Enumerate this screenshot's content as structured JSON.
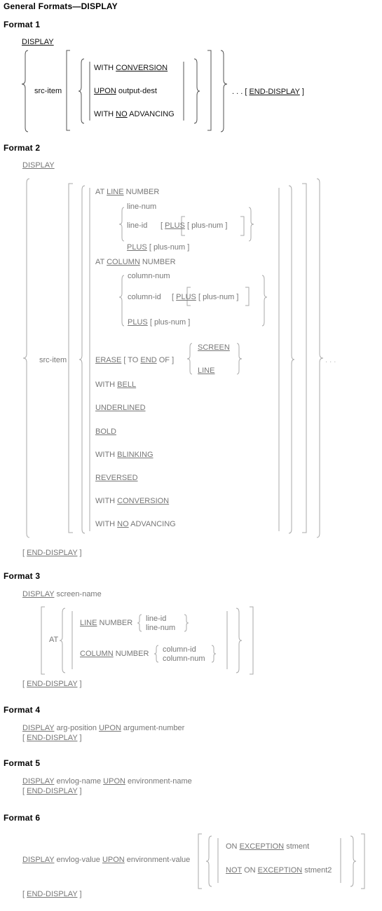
{
  "title": "General Formats—DISPLAY",
  "f1": {
    "heading": "Format 1",
    "display": "DISPLAY",
    "src_item": "src-item",
    "with_a": "WITH",
    "conversion": "CONVERSION",
    "upon": "UPON",
    "output_dest": "output-dest",
    "with_b": "WITH",
    "no": "NO",
    "advancing": "ADVANCING",
    "ellipsis": ". . .",
    "lb": "[",
    "end_display": "END-DISPLAY",
    "rb": "]"
  },
  "f2": {
    "heading": "Format 2",
    "display": "DISPLAY",
    "src_item": "src-item",
    "at1": "AT",
    "line_kw": "LINE",
    "number1": "NUMBER",
    "line_num": "line-num",
    "line_id": "line-id",
    "plus1": "PLUS",
    "lb1": "[",
    "plus_num1": "plus-num",
    "rb1": "]",
    "plus2": "PLUS",
    "lb2": "[",
    "plus_num2": "plus-num",
    "rb2": "]",
    "at2": "AT",
    "column_kw": "COLUMN",
    "number2": "NUMBER",
    "column_num": "column-num",
    "column_id": "column-id",
    "plus3": "PLUS",
    "lb3": "[",
    "plus_num3": "plus-num",
    "rb3": "]",
    "plus4": "PLUS",
    "lb4": "[",
    "plus_num4": "plus-num",
    "rb4": "]",
    "erase": "ERASE",
    "lb5": "[",
    "to": "TO",
    "end_kw": "END",
    "of": "OF",
    "rb5": "]",
    "screen": "SCREEN",
    "line2": "LINE",
    "with_bell_a": "WITH",
    "bell": "BELL",
    "underlined": "UNDERLINED",
    "bold": "BOLD",
    "with_blink_a": "WITH",
    "blinking": "BLINKING",
    "reversed": "REVERSED",
    "with_conv_a": "WITH",
    "conversion": "CONVERSION",
    "with_adv_a": "WITH",
    "no": "NO",
    "advancing": "ADVANCING",
    "ellipsis": ". . .",
    "lb_end": "[",
    "end_display": "END-DISPLAY",
    "rb_end": "]"
  },
  "f3": {
    "heading": "Format 3",
    "display": "DISPLAY",
    "screen_name": "screen-name",
    "at": "AT",
    "line_kw": "LINE",
    "number1": "NUMBER",
    "line_id": "line-id",
    "line_num": "line-num",
    "column_kw": "COLUMN",
    "number2": "NUMBER",
    "column_id": "column-id",
    "column_num": "column-num",
    "lb_end": "[",
    "end_display": "END-DISPLAY",
    "rb_end": "]"
  },
  "f4": {
    "heading": "Format 4",
    "display": "DISPLAY",
    "arg_position": "arg-position",
    "upon": "UPON",
    "argument_number": "argument-number",
    "lb_end": "[",
    "end_display": "END-DISPLAY",
    "rb_end": "]"
  },
  "f5": {
    "heading": "Format 5",
    "display": "DISPLAY",
    "envlog_name": "envlog-name",
    "upon": "UPON",
    "environment_name": "environment-name",
    "lb_end": "[",
    "end_display": "END-DISPLAY",
    "rb_end": "]"
  },
  "f6": {
    "heading": "Format 6",
    "display": "DISPLAY",
    "envlog_value": "envlog-value",
    "upon": "UPON",
    "environment_value": "environment-value",
    "on": "ON",
    "exception1": "EXCEPTION",
    "stment": "stment",
    "not": "NOT",
    "on2": "ON",
    "exception2": "EXCEPTION",
    "stment2": "stment2",
    "lb_end": "[",
    "end_display": "END-DISPLAY",
    "rb_end": "]"
  }
}
